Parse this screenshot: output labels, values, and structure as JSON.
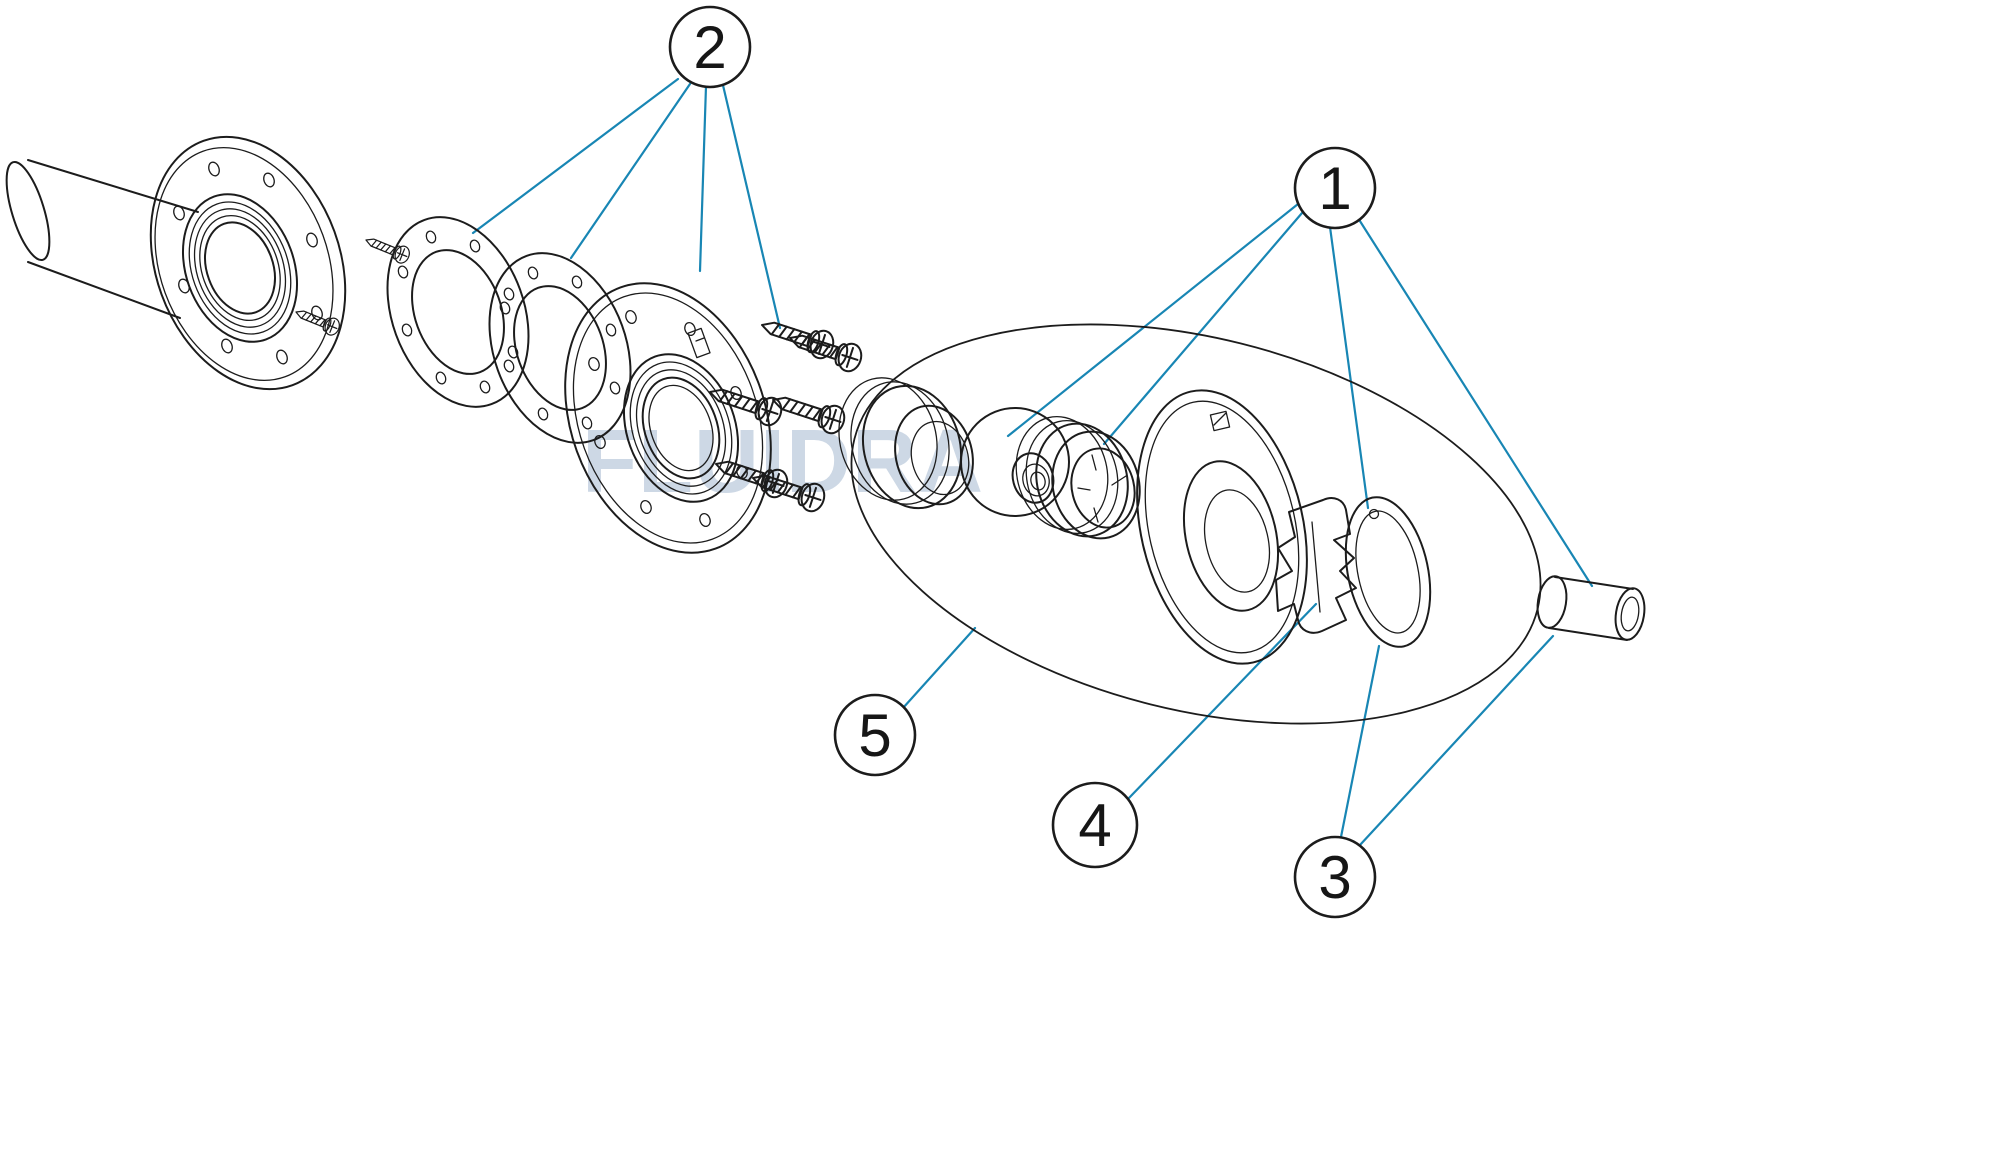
{
  "watermark": "FLUIDRA",
  "callouts": {
    "c1": {
      "label": "1"
    },
    "c2": {
      "label": "2"
    },
    "c3": {
      "label": "3"
    },
    "c4": {
      "label": "4"
    },
    "c5": {
      "label": "5"
    }
  },
  "colors": {
    "line": "#1c1c1c",
    "leader": "#1886b4",
    "watermark": "#cdd8e5",
    "background": "#ffffff"
  },
  "parts": {
    "conduit": "wall-conduit-with-flange",
    "small_screws": "self-tapping-screws",
    "gasket_front": "flat-gasket",
    "gasket_back": "flat-gasket",
    "trim_flange": "front-flange",
    "screws": "pan-head-screws",
    "assembly": "nozzle-assembly-outline",
    "cap_ring": "threaded-cap-ring",
    "ball": "ball-nozzle",
    "lock_ring": "lock-ring-nut",
    "face_flange": "eyeball-face-flange",
    "clip": "retainer-clip",
    "cover": "oval-cover-plate",
    "sleeve": "reducer-sleeve"
  }
}
